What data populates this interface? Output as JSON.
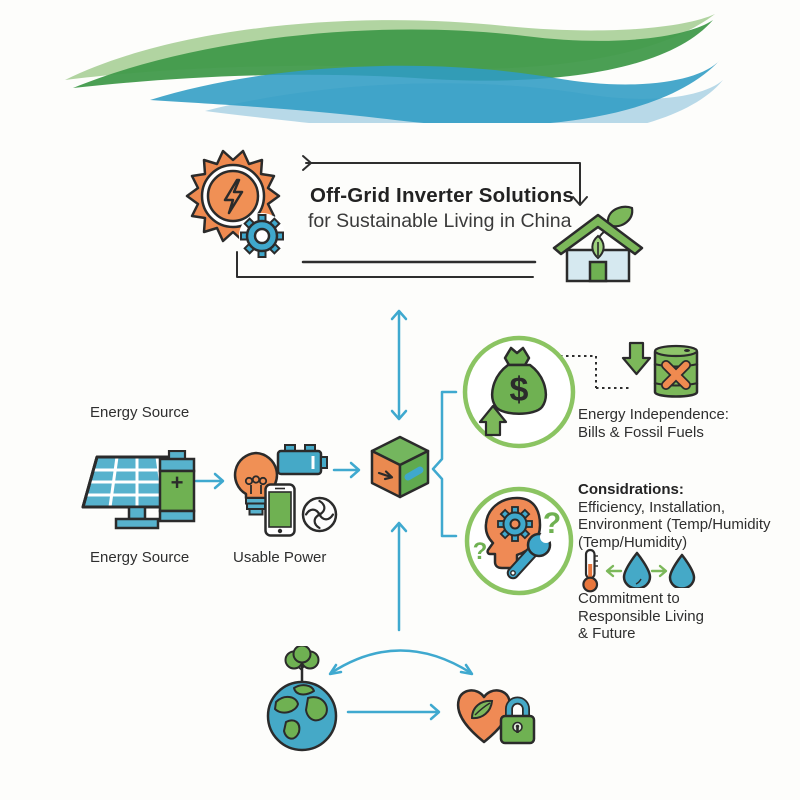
{
  "header": {
    "title_line1": "Off-Grid Inverter Solutions",
    "title_line2": "for Sustainable Living in China"
  },
  "labels": {
    "energy_source_top": "Energy Source",
    "energy_source_bottom": "Energy Source",
    "usable_power": "Usable Power"
  },
  "energy_independence": {
    "line1": "Energy Independence:",
    "line2": "Bills & Fossil Fuels"
  },
  "considerations": {
    "heading": "Considrations:",
    "line1": "Efficiency, Installation,",
    "line2": "Environment (Temp/Humidity",
    "line3": "(Temp/Humidity)"
  },
  "commitment": {
    "line1": "Commitment to",
    "line2": "Responsible Living",
    "line3": "& Future"
  },
  "glyphs": {
    "dollar": "$",
    "plus": "+",
    "question_mark_left": "?",
    "question_mark_right": "?"
  },
  "colors": {
    "teal_arrow": "#3fa9cf",
    "green_fill": "#6fb152",
    "green_circle": "#8bc462",
    "orange": "#ef8a50",
    "dark_outline": "#2e2e2e",
    "house_blue": "#d6e9f0",
    "panel_blue": "#57b2cd"
  },
  "icons": {
    "wave-banner": "green and blue flowing ribbons",
    "sun-gear-bolt-icon": "orange spiky gear sun with lightning bolt",
    "blue-gear-icon": "small blue gear",
    "eco-house-icon": "house with leaf",
    "solar-panel-icon": "solar panel on stand",
    "battery-vertical-icon": "green battery with plus",
    "lightbulb-icon": "orange lightbulb",
    "battery-horizontal-icon": "teal battery pack",
    "smartphone-icon": "phone with green screen",
    "fan-icon": "round fan",
    "inverter-cube-icon": "isometric conversion cube",
    "money-bag-icon": "money bag with dollar sign",
    "up-arrow-block-icon": "green block arrow up",
    "down-arrow-block-icon": "green block arrow down",
    "oil-barrel-crossed-icon": "green oil barrel with orange X",
    "head-gear-icon": "profile head with gear",
    "wrench-icon": "blue wrench",
    "thermometer-icon": "thermometer",
    "water-drop-icon": "water drop",
    "globe-tree-icon": "earth globe with tree",
    "heart-leaf-icon": "orange heart with leaf",
    "padlock-icon": "green padlock"
  }
}
